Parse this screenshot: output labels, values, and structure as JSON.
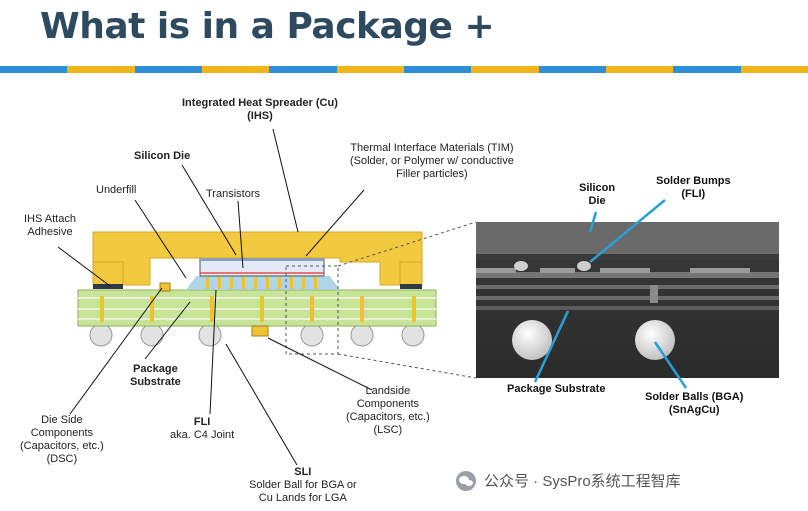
{
  "title": "What is in a Package +",
  "stripe_colors": [
    "#2d8fd8",
    "#f2b519",
    "#2d8fd8",
    "#f2b519",
    "#2d8fd8",
    "#f2b519",
    "#2d8fd8",
    "#f2b519",
    "#2d8fd8",
    "#f2b519",
    "#2d8fd8",
    "#f2b519"
  ],
  "labels": {
    "ihs_line1": "Integrated Heat Spreader (Cu)",
    "ihs_line2": "(IHS)",
    "silicon_die": "Silicon Die",
    "tim_line1": "Thermal Interface Materials (TIM)",
    "tim_line2": "(Solder, or Polymer w/ conductive",
    "tim_line3": "Filler particles)",
    "underfill": "Underfill",
    "transistors": "Transistors",
    "ihs_attach_line1": "IHS Attach",
    "ihs_attach_line2": "Adhesive",
    "package_substrate_left_line1": "Package",
    "package_substrate_left_line2": "Substrate",
    "die_side_line1": "Die Side",
    "die_side_line2": "Components",
    "die_side_line3": "(Capacitors, etc.)",
    "die_side_line4": "(DSC)",
    "fli_title": "FLI",
    "fli_sub": "aka. C4 Joint",
    "sli_title": "SLI",
    "sli_line1": "Solder Ball for BGA or",
    "sli_line2": "Cu Lands for LGA",
    "landside_line1": "Landside",
    "landside_line2": "Components",
    "landside_line3": "(Capacitors, etc.)",
    "landside_line4": "(LSC)",
    "xs_silicon_line1": "Silicon",
    "xs_silicon_line2": "Die",
    "xs_bumps_line1": "Solder Bumps",
    "xs_bumps_line2": "(FLI)",
    "xs_package_substrate": "Package Substrate",
    "xs_balls_line1": "Solder Balls (BGA)",
    "xs_balls_line2": "(SnAgCu)"
  },
  "watermark": "公众号 · SysPro系统工程智库",
  "colors": {
    "ihs": "#f3c93f",
    "substrate": "#bfe08a",
    "die": "#dfe6f5",
    "ball": "#e6e6e6",
    "title": "#2d4a5f",
    "callout_blue": "#2a9fd6"
  }
}
